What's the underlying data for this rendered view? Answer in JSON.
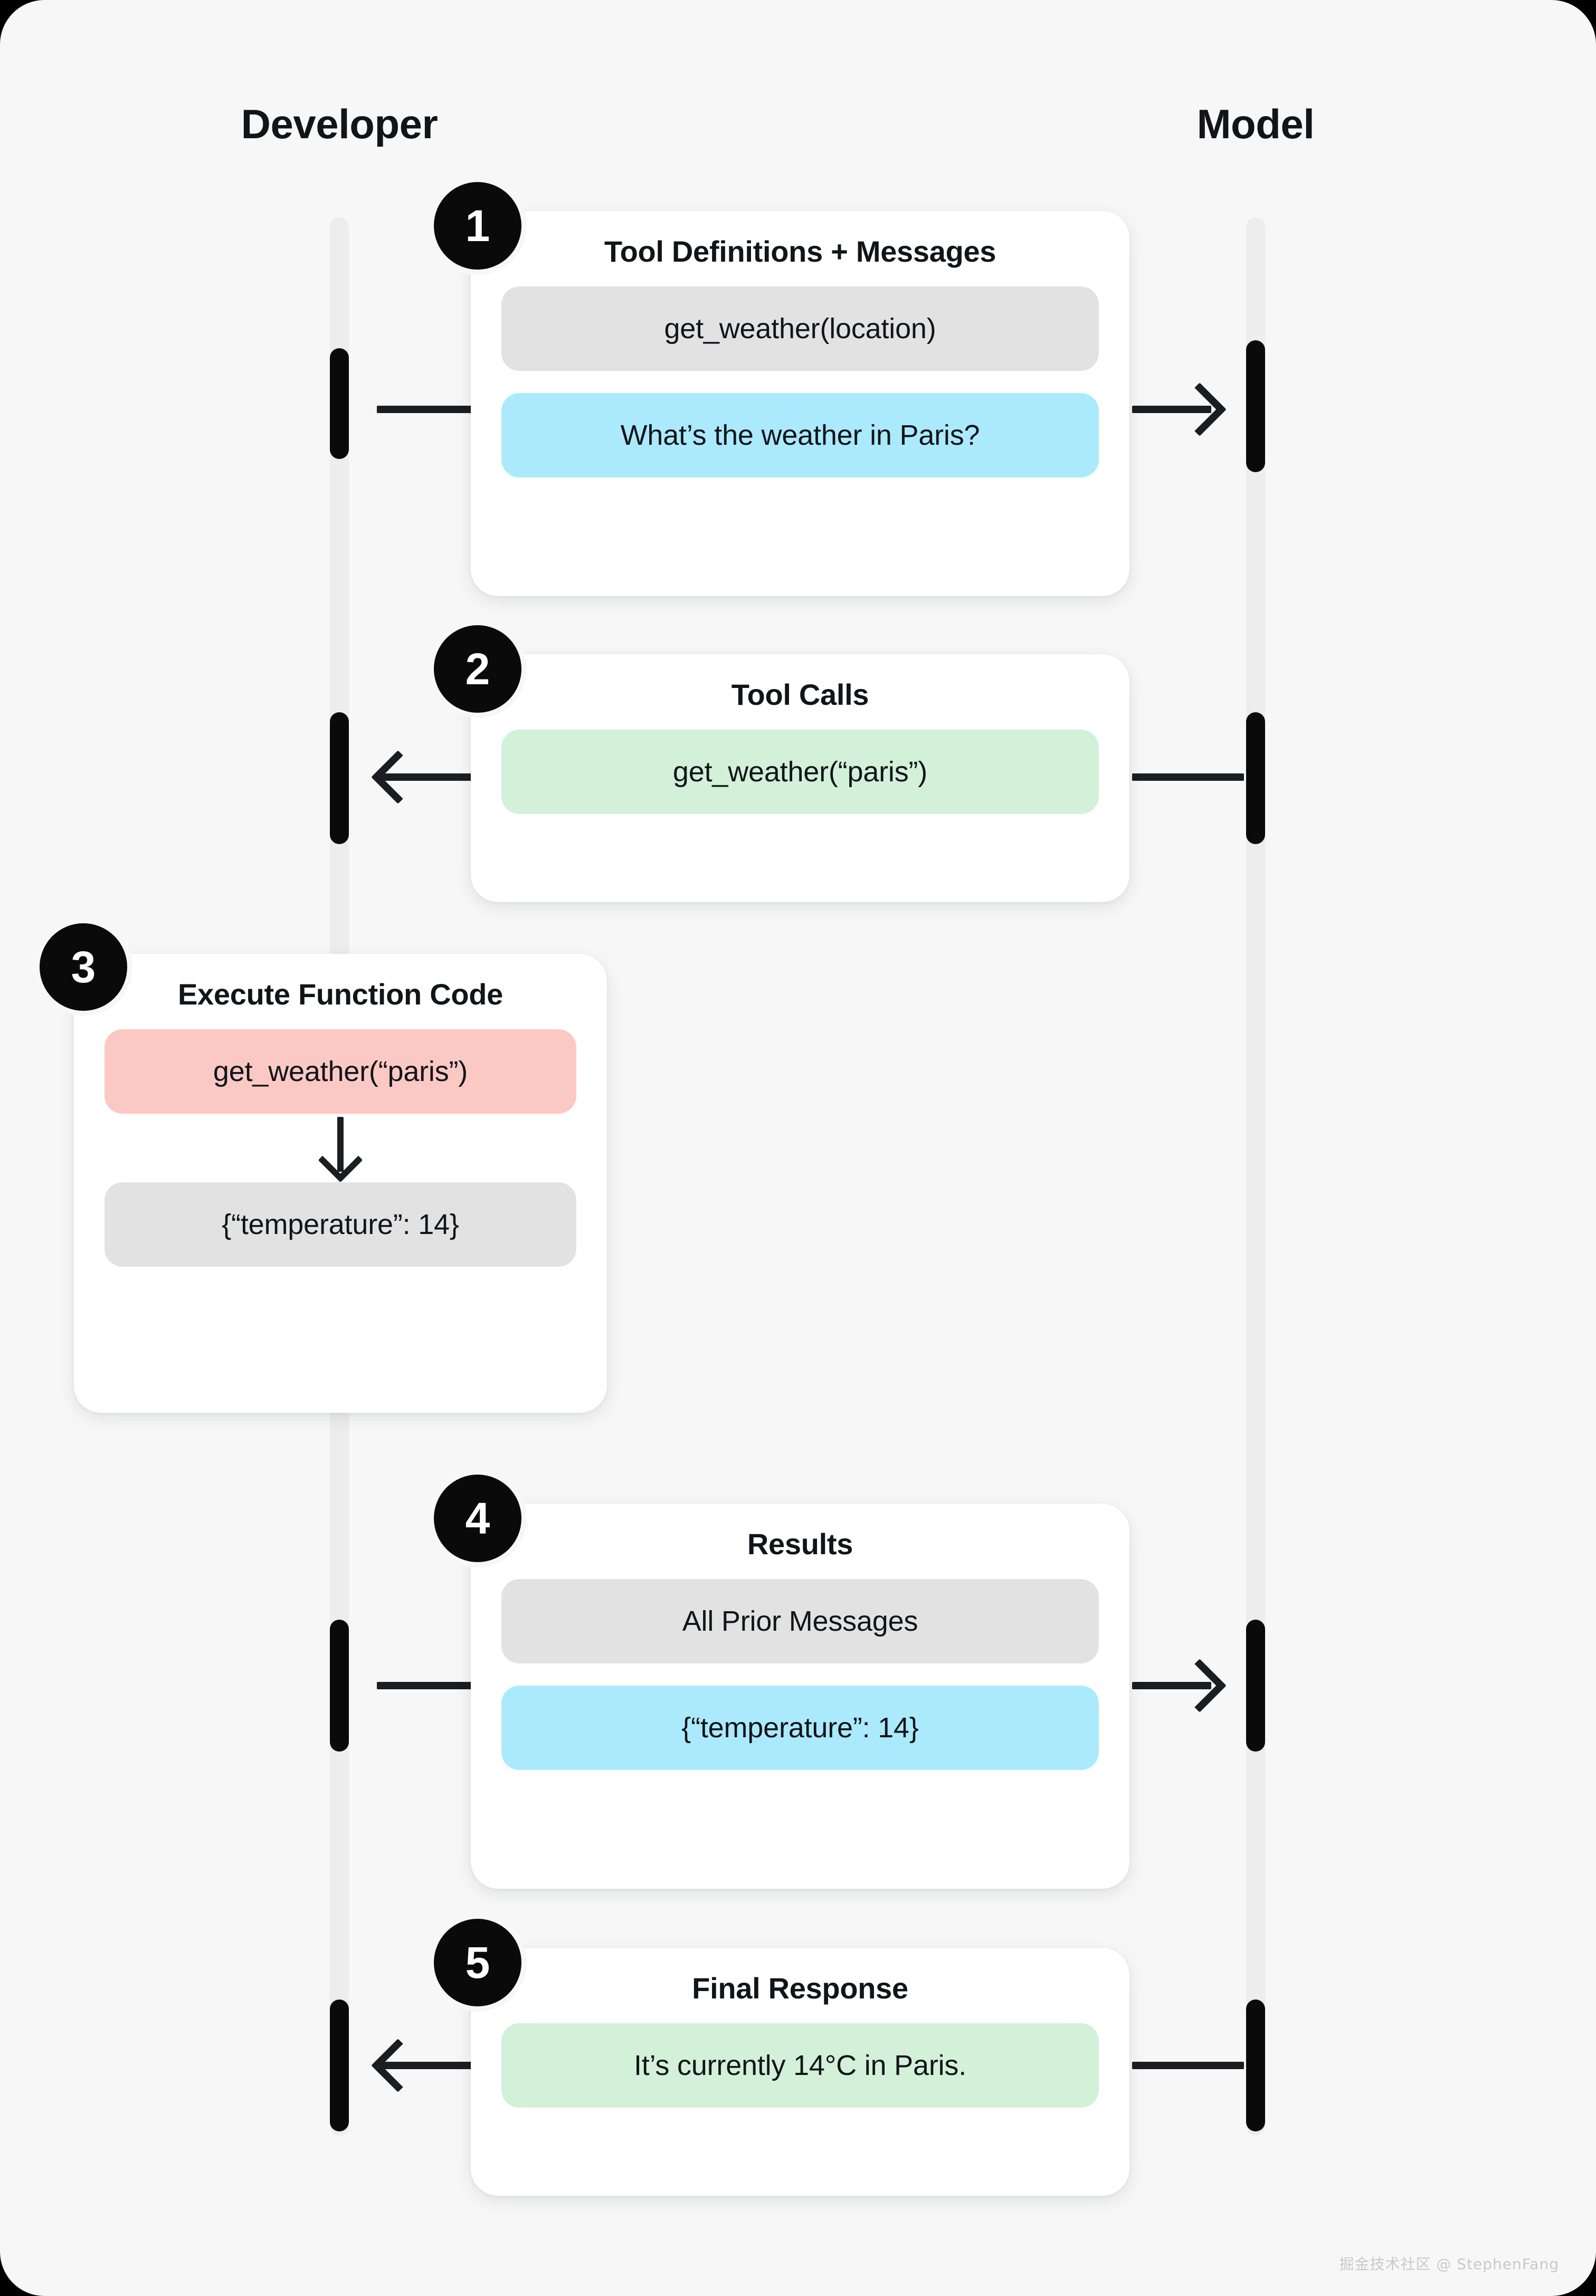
{
  "diagram": {
    "title": "Function calling / tool use sequence",
    "colors": {
      "background": "#F7F7F7",
      "lifeline_track": "#EDEDED",
      "activation": "#0A0A0A",
      "connector": "#1C1D22",
      "card": "#FFFFFF",
      "pill_gray": "#E2E2E2",
      "pill_blue": "#ABEAFC",
      "pill_green": "#D2F1D8",
      "pill_pink": "#FBC9C4",
      "badge": "#0A0A0A",
      "text": "#12141A"
    }
  },
  "lanes": {
    "left": {
      "label": "Developer"
    },
    "right": {
      "label": "Model"
    }
  },
  "steps": [
    {
      "number": "1",
      "title": "Tool Definitions + Messages",
      "direction": "developer-to-model",
      "items": [
        {
          "text": "get_weather(location)",
          "color": "gray"
        },
        {
          "text": "What’s the weather in Paris?",
          "color": "blue"
        }
      ]
    },
    {
      "number": "2",
      "title": "Tool Calls",
      "direction": "model-to-developer",
      "items": [
        {
          "text": "get_weather(“paris”)",
          "color": "green"
        }
      ]
    },
    {
      "number": "3",
      "title": "Execute Function Code",
      "direction": "developer-internal",
      "items": [
        {
          "text": "get_weather(“paris”)",
          "color": "pink"
        },
        {
          "text": "{“temperature”: 14}",
          "color": "gray"
        }
      ],
      "inner_arrow": "down-arrow-icon"
    },
    {
      "number": "4",
      "title": "Results",
      "direction": "developer-to-model",
      "items": [
        {
          "text": "All Prior Messages",
          "color": "gray"
        },
        {
          "text": "{“temperature”: 14}",
          "color": "blue"
        }
      ]
    },
    {
      "number": "5",
      "title": "Final Response",
      "direction": "model-to-developer",
      "items": [
        {
          "text": "It’s currently 14°C in Paris.",
          "color": "green"
        }
      ]
    }
  ],
  "watermark": {
    "text": "掘金技术社区 @ StephenFang"
  }
}
